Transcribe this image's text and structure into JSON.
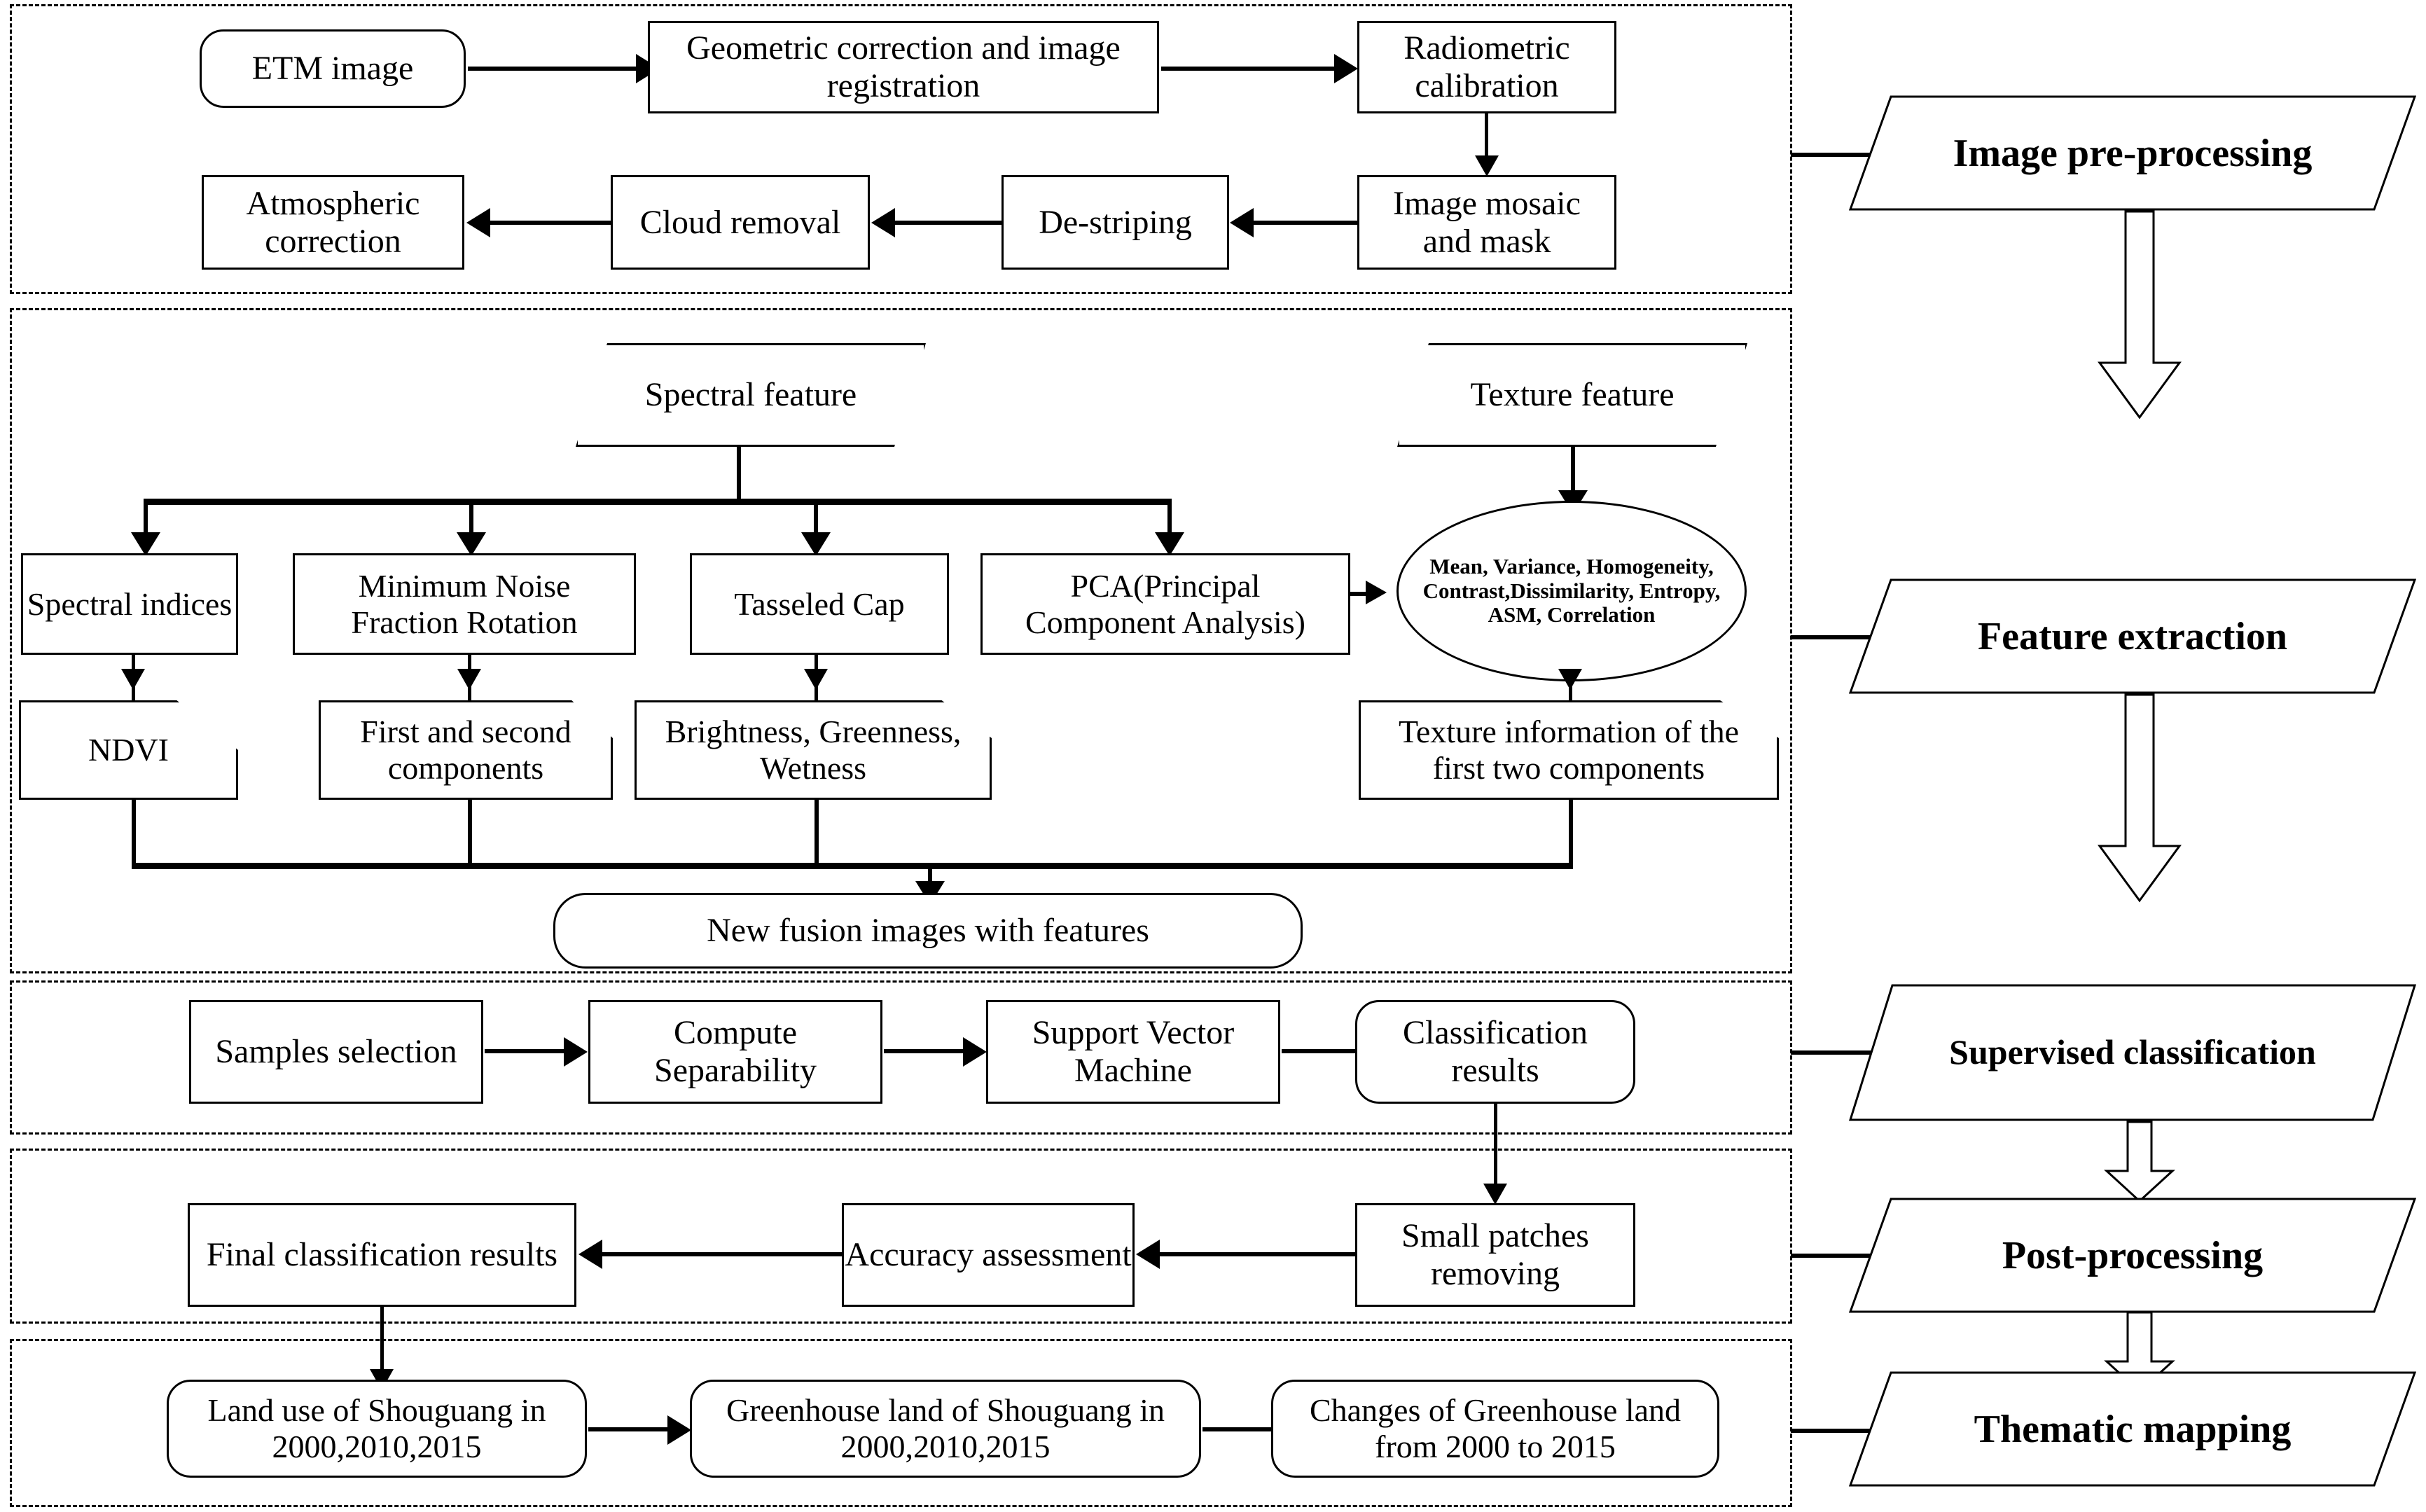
{
  "sections": [
    {
      "id": "pre",
      "label": "Image pre-processing"
    },
    {
      "id": "feat",
      "label": "Feature extraction"
    },
    {
      "id": "sup",
      "label": "Supervised classification"
    },
    {
      "id": "post",
      "label": "Post-processing"
    },
    {
      "id": "theme",
      "label": "Thematic mapping"
    }
  ],
  "preprocessing": {
    "etm_image": "ETM image",
    "geometric": "Geometric correction and image registration",
    "radiometric": "Radiometric calibration",
    "mosaic": "Image mosaic and mask",
    "destriping": "De-striping",
    "cloud_removal": "Cloud removal",
    "atmospheric": "Atmospheric correction"
  },
  "feature_extraction": {
    "spectral_feature": "Spectral feature",
    "texture_feature": "Texture feature",
    "spectral_indices": "Spectral indices",
    "mnf": "Minimum Noise Fraction Rotation",
    "tasseled_cap": "Tasseled Cap",
    "pca": "PCA(Principal Component Analysis)",
    "texture_measures": "Mean, Variance, Homogeneity, Contrast,Dissimilarity, Entropy, ASM, Correlation",
    "ndvi": "NDVI",
    "first_second": "First and second components",
    "bgw": "Brightness, Greenness, Wetness",
    "texture_info": "Texture information of the first two components",
    "fusion": "New fusion images with  features"
  },
  "supervised": {
    "samples": "Samples selection",
    "separability": "Compute Separability",
    "svm": "Support Vector Machine",
    "classification_results": "Classification results"
  },
  "postprocessing": {
    "small_patches": "Small patches removing",
    "accuracy": "Accuracy assessment",
    "final_results": "Final classification results"
  },
  "thematic": {
    "land_use": "Land use of Shouguang in 2000,2010,2015",
    "greenhouse": "Greenhouse land  of Shouguang in 2000,2010,2015",
    "changes": "Changes of Greenhouse land   from 2000 to 2015"
  },
  "colors": {
    "stroke": "#000000",
    "background": "#ffffff"
  }
}
